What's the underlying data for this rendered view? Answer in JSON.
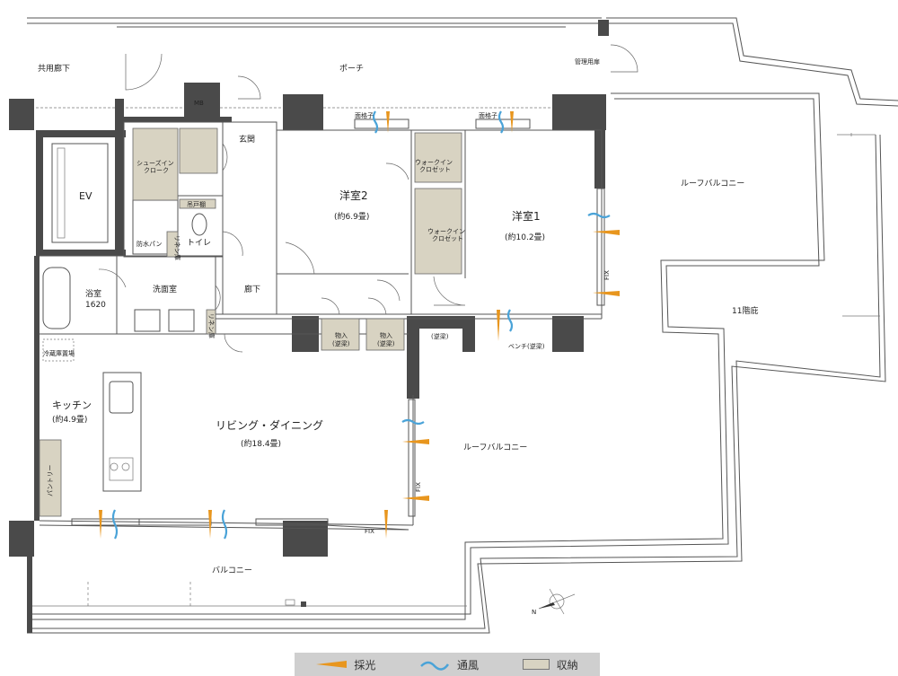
{
  "rooms": {
    "common_corridor": "共用廊下",
    "porch": "ポーチ",
    "mgmt_door": "管理用扉",
    "mb": "MB",
    "lattice_a": "面格子",
    "lattice_b": "面格子",
    "entrance": "玄関",
    "shoes_closet": "シューズイン\nクローク",
    "ev": "EV",
    "western2": "洋室2",
    "western2_size": "(約6.9畳)",
    "walkin_a": "ウォークイン\nクロゼット",
    "walkin_b": "ウォークイン\nクロゼット",
    "western1": "洋室1",
    "western1_size": "(約10.2畳)",
    "roof_balcony_top": "ルーフバルコニー",
    "toilet": "トイレ",
    "shelf": "吊戸棚",
    "waterproof_pan": "防水パン",
    "linen": "リネン庫",
    "bath": "浴室",
    "bath_size": "1620",
    "washroom": "洗面室",
    "hallway": "廊下",
    "linen2": "リネン庫",
    "storage_a": "物入\n(逆梁)",
    "storage_b": "物入\n(逆梁)",
    "reverse_beam": "(逆梁)",
    "bench": "ベンチ(逆梁)",
    "floor_11": "11階庇",
    "fix_a": "FIX",
    "fix_b": "FIX",
    "fix_c": "FIX",
    "fridge": "冷蔵庫置場",
    "kitchen": "キッチン",
    "kitchen_size": "(約4.9畳)",
    "living": "リビング・ダイニング",
    "living_size": "(約18.4畳)",
    "roof_balcony_mid": "ルーフバルコニー",
    "pantry": "パントリー",
    "balcony": "バルコニー",
    "compass_n": "N"
  },
  "legend": {
    "light": "採光",
    "wind": "通風",
    "storage": "収納"
  },
  "colors": {
    "light_arrow": "#e8961e",
    "wind_arrow": "#4aa3d8",
    "storage_fill": "#d8d3c2",
    "wall": "#4a4a4a"
  }
}
